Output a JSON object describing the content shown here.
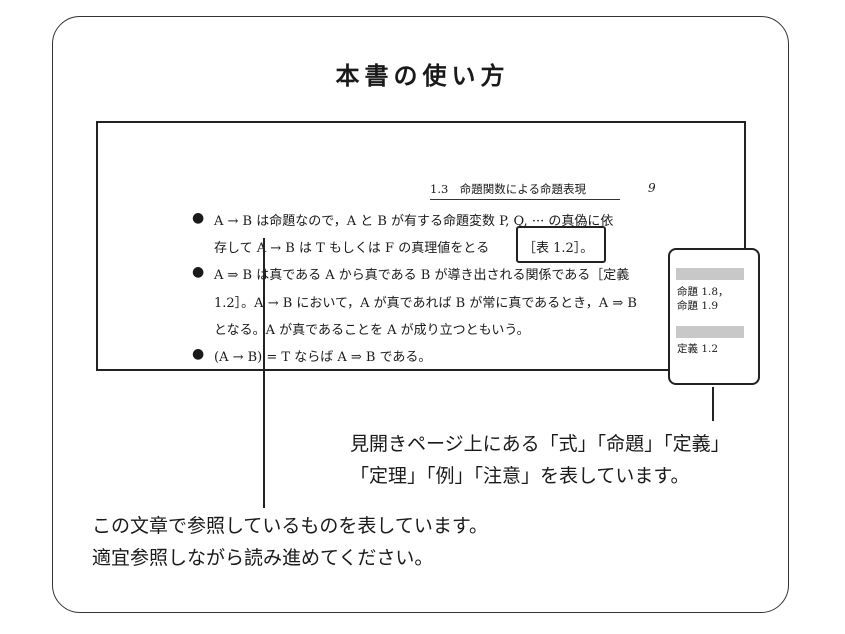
{
  "title": "本書の使い方",
  "page": {
    "header": "1.3　命題関数による命題表現",
    "page_number": "9",
    "lines": [
      "A → B は命題なので，A と B が有する命題変数 P, Q, ··· の真偽に依",
      "存して A → B は T もしくは F の真理値をとる",
      "A ⇒ B は真である A から真である B が導き出される関係である［定義",
      "1.2］。A → B において，A が真であれば B が常に真であるとき，A ⇒ B",
      "となる。A が真であることを A が成り立つともいう。",
      "(A → B) = T ならば A ⇒ B である。"
    ],
    "reference": "［表 1.2］。",
    "margin_notes": [
      "命題 1.8，",
      "命題 1.9",
      "定義 1.2"
    ]
  },
  "captions": {
    "right": [
      "見開きページ上にある「式」「命題」「定義」",
      "「定理」「例」「注意」を表しています。"
    ],
    "left": [
      "この文章で参照しているものを表しています。",
      "適宜参照しながら読み進めてください。"
    ]
  }
}
